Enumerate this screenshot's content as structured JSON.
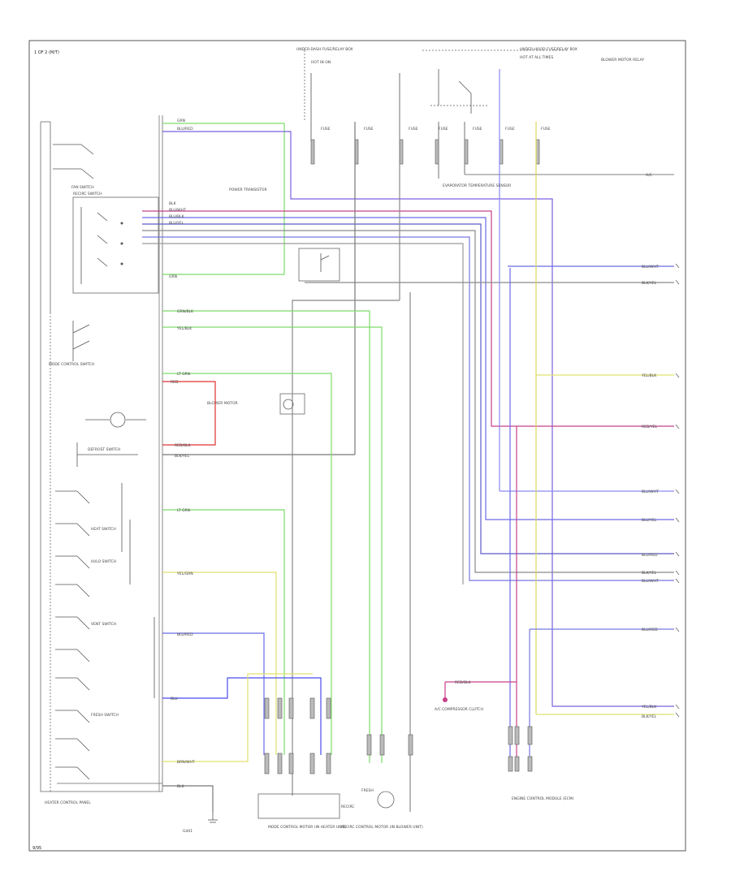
{
  "diagram": {
    "header_left": "1 OF 2 (M/T)",
    "footer_left": "9/95",
    "components": {
      "heater_control_panel": "HEATER CONTROL PANEL",
      "fan_switch": "FAN SWITCH",
      "mode_switch": "MODE CONTROL SWITCH",
      "blower_motor": "BLOWER MOTOR",
      "blower_relay": "BLOWER MOTOR RELAY",
      "power_transistor": "POWER TRANSISTOR",
      "recirc_switch": "RECIRC SWITCH",
      "defrost_switch": "DEFROST SWITCH",
      "hi_lo_switch": "HI/LO SWITCH",
      "vent_switch": "VENT SWITCH",
      "heat_switch": "HEAT SWITCH",
      "fresh_switch": "FRESH SWITCH",
      "mode_actuator": "MODE CONTROL MOTOR (IN HEATER UNIT)",
      "recirc_actuator": "RECIRC CONTROL MOTOR (IN BLOWER UNIT)",
      "ac_compressor": "A/C COMPRESSOR CLUTCH",
      "underdash_fuse": "UNDER-DASH FUSE/RELAY BOX",
      "underhood_fuse": "UNDER-HOOD FUSE/RELAY BOX",
      "ecm": "ENGINE CONTROL MODULE (ECM)",
      "thermostat": "EVAPORATOR TEMPERATURE SENSOR",
      "ground": "G401"
    },
    "wire_labels": {
      "w1": "GRN",
      "w2": "BLU/RED",
      "w3": "BLK",
      "w4": "BLU/WHT",
      "w5": "BLU/BLK",
      "w6": "BLU/YEL",
      "w7": "GRN",
      "w8": "GRN/BLK",
      "w9": "YEL/BLK",
      "w10": "LT GRN",
      "w11": "RED",
      "w12": "RED/BLK",
      "w13": "BLK/YEL",
      "w14": "LT GRN",
      "w15": "YEL/GRN",
      "w16": "BLU/RED",
      "w17": "BLU",
      "w18": "BRN/WHT",
      "w19": "BLK",
      "w20": "BLU/WHT",
      "w21": "BLK/YEL",
      "w22": "YEL/BLK",
      "w23": "RED/YEL",
      "w24": "BLU/WHT",
      "w25": "BLU/YEL",
      "w26": "BLU/RED",
      "w27": "BLK/YEL",
      "w28": "BLU/WHT",
      "w29": "BLU/RED",
      "w30": "YEL/BLK",
      "w31": "BLK/YEL",
      "w32": "RED/BLK",
      "f1": "FUSE",
      "f2": "FUSE",
      "f3": "FUSE",
      "f4": "FUSE",
      "f5": "FUSE",
      "f6": "FUSE",
      "f7": "FUSE",
      "hot1": "HOT IN ON",
      "hot2": "HOT AT ALL TIMES",
      "ac": "A/C",
      "fresh": "FRESH",
      "recirc": "RECIRC"
    }
  }
}
